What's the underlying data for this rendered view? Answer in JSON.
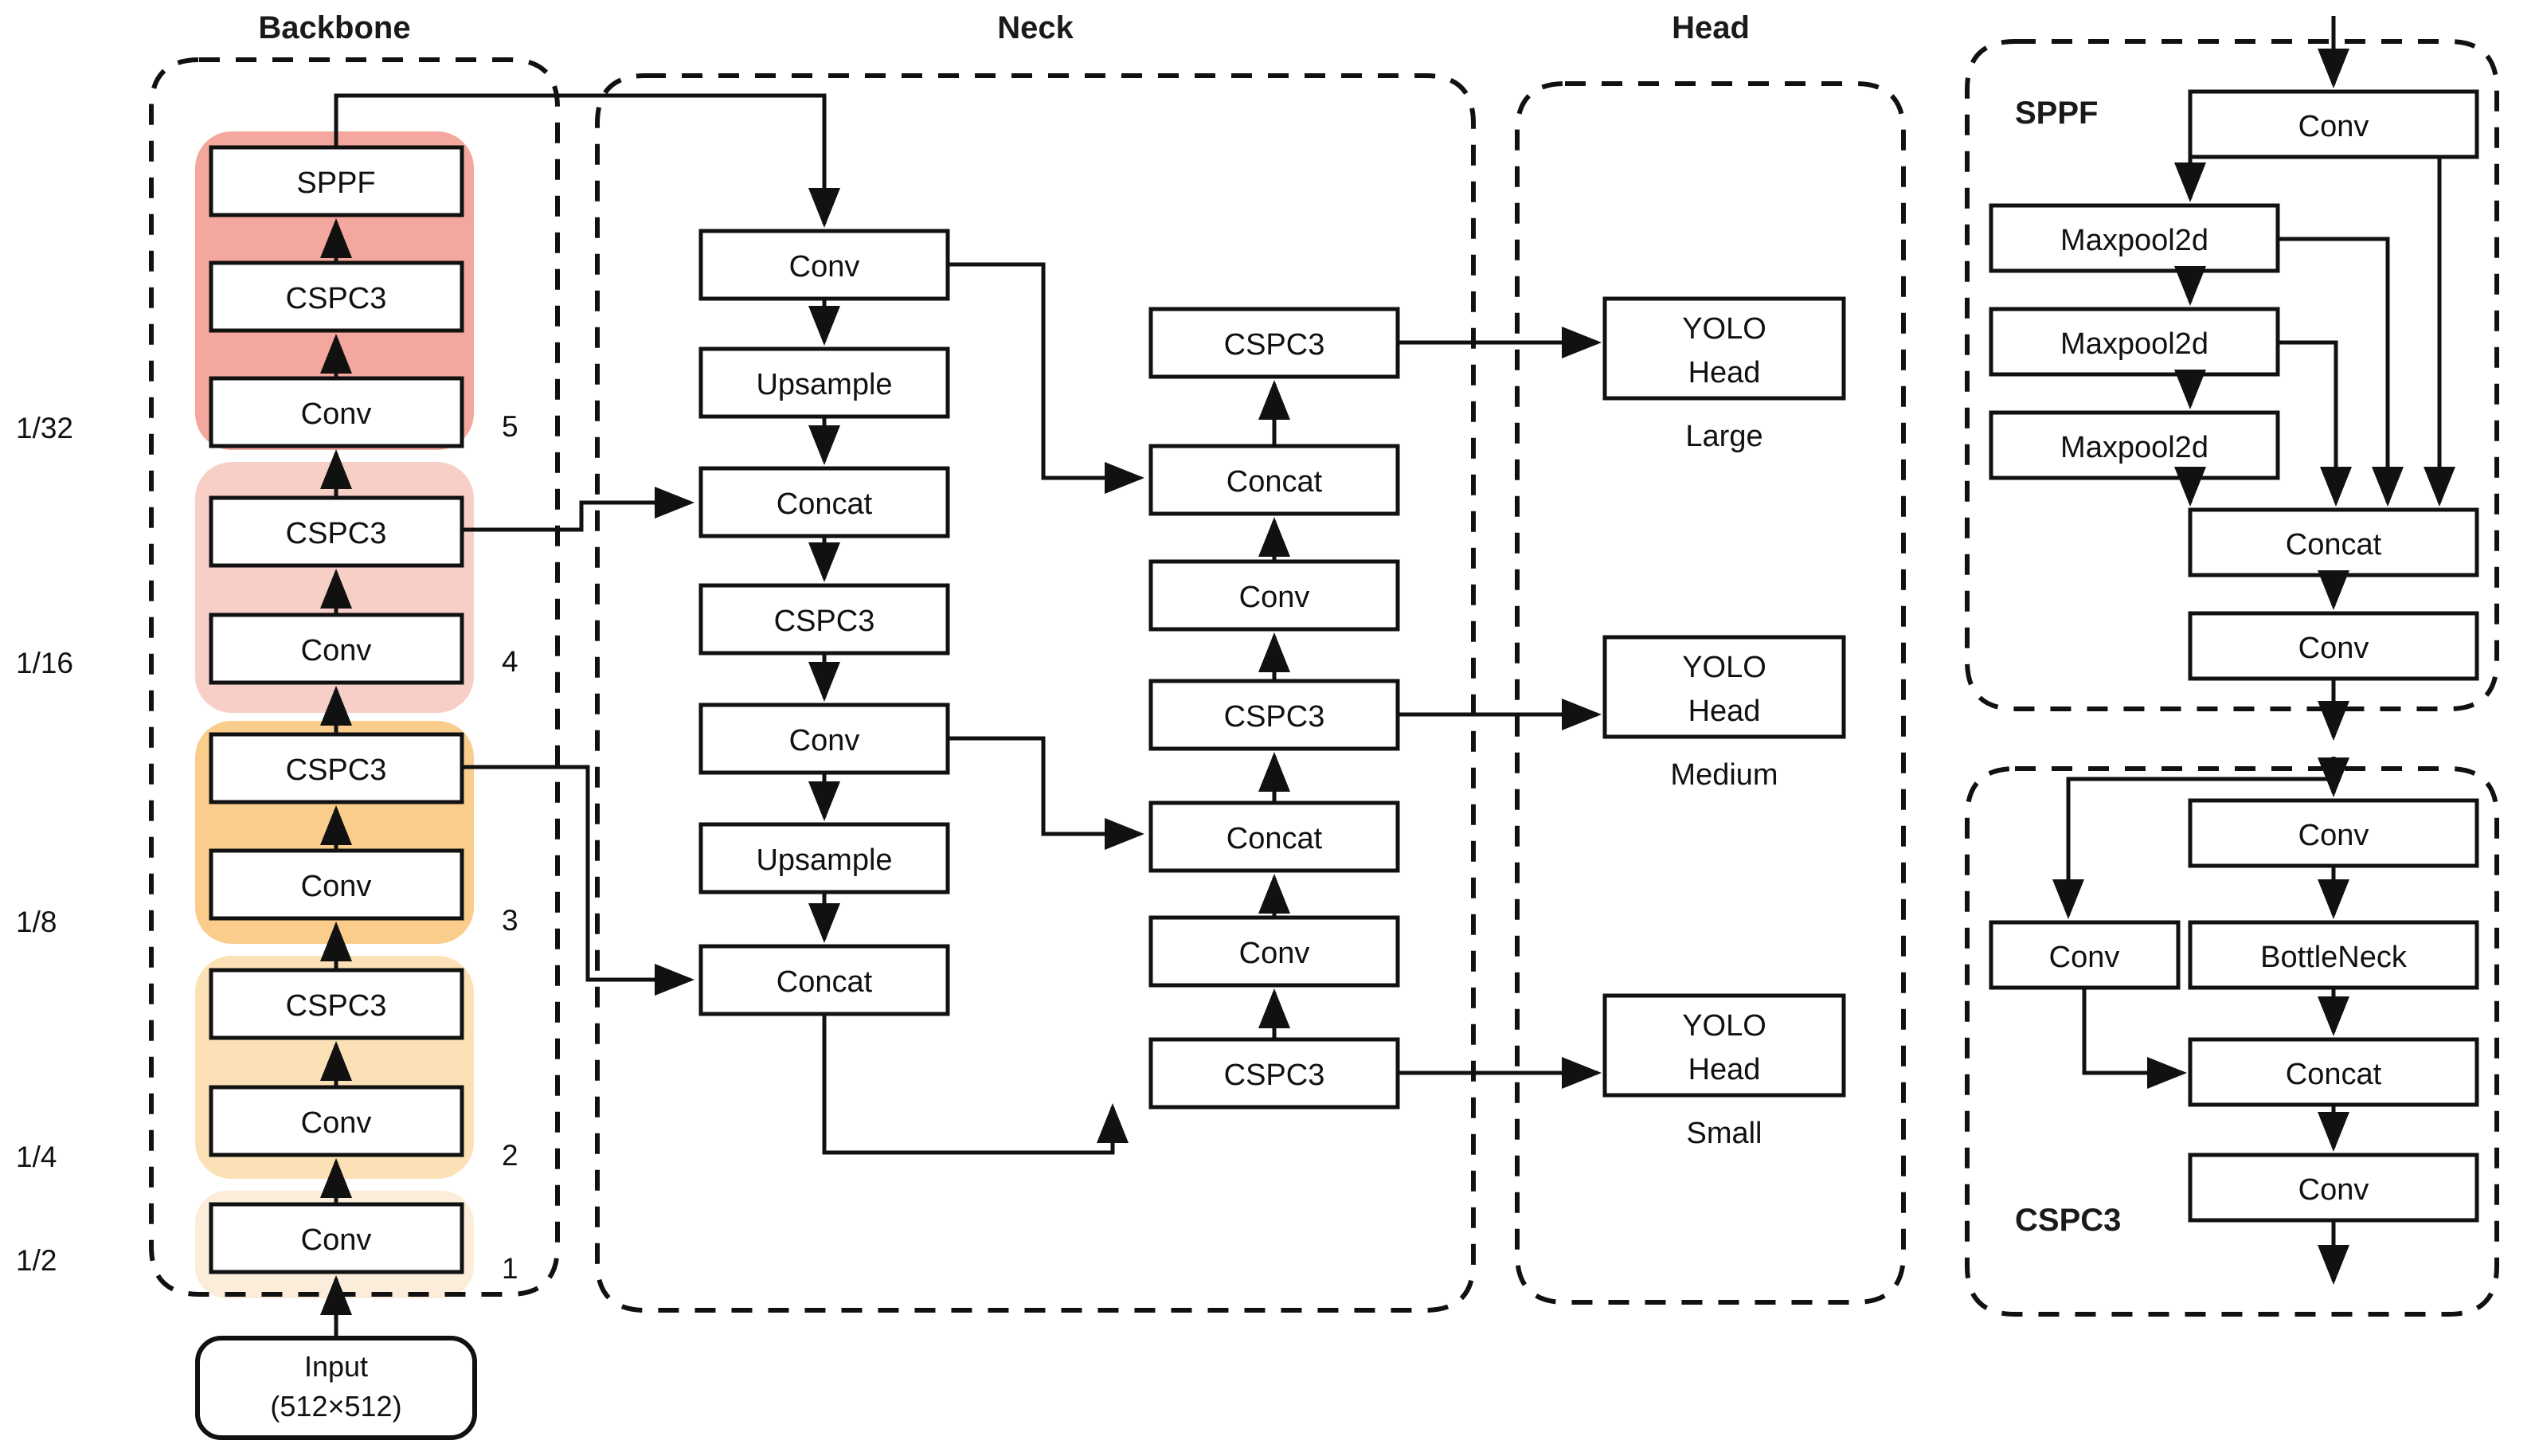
{
  "groups": {
    "backbone": "Backbone",
    "neck": "Neck",
    "head": "Head",
    "sppf_module": "SPPF",
    "cspc3_module": "CSPC3"
  },
  "scales": [
    "1/32",
    "1/16",
    "1/8",
    "1/4",
    "1/2"
  ],
  "stage_numbers": [
    "5",
    "4",
    "3",
    "2",
    "1"
  ],
  "stage_colors": [
    "#f4a79c",
    "#f8cfc7",
    "#fbcd8d",
    "#fde1b6",
    "#fcedda"
  ],
  "backbone": {
    "blocks": [
      {
        "label": "SPPF"
      },
      {
        "label": "CSPC3"
      },
      {
        "label": "Conv"
      },
      {
        "label": "CSPC3"
      },
      {
        "label": "Conv"
      },
      {
        "label": "CSPC3"
      },
      {
        "label": "Conv"
      },
      {
        "label": "CSPC3"
      },
      {
        "label": "Conv"
      },
      {
        "label": "Conv"
      }
    ],
    "input": {
      "line1": "Input",
      "line2": "(512×512)"
    }
  },
  "neck": {
    "column_left": [
      {
        "label": "Conv"
      },
      {
        "label": "Upsample"
      },
      {
        "label": "Concat"
      },
      {
        "label": "CSPC3"
      },
      {
        "label": "Conv"
      },
      {
        "label": "Upsample"
      },
      {
        "label": "Concat"
      }
    ],
    "column_right": [
      {
        "label": "CSPC3"
      },
      {
        "label": "Concat"
      },
      {
        "label": "Conv"
      },
      {
        "label": "CSPC3"
      },
      {
        "label": "Concat"
      },
      {
        "label": "Conv"
      },
      {
        "label": "CSPC3"
      }
    ]
  },
  "head": {
    "outputs": [
      {
        "line1": "YOLO",
        "line2": "Head",
        "caption": "Large"
      },
      {
        "line1": "YOLO",
        "line2": "Head",
        "caption": "Medium"
      },
      {
        "line1": "YOLO",
        "line2": "Head",
        "caption": "Small"
      }
    ]
  },
  "sppf_detail": {
    "blocks": [
      {
        "label": "Conv"
      },
      {
        "label": "Maxpool2d"
      },
      {
        "label": "Maxpool2d"
      },
      {
        "label": "Maxpool2d"
      },
      {
        "label": "Concat"
      },
      {
        "label": "Conv"
      }
    ]
  },
  "cspc3_detail": {
    "blocks": [
      {
        "label": "Conv"
      },
      {
        "label": "Conv"
      },
      {
        "label": "BottleNeck"
      },
      {
        "label": "Concat"
      },
      {
        "label": "Conv"
      }
    ]
  }
}
